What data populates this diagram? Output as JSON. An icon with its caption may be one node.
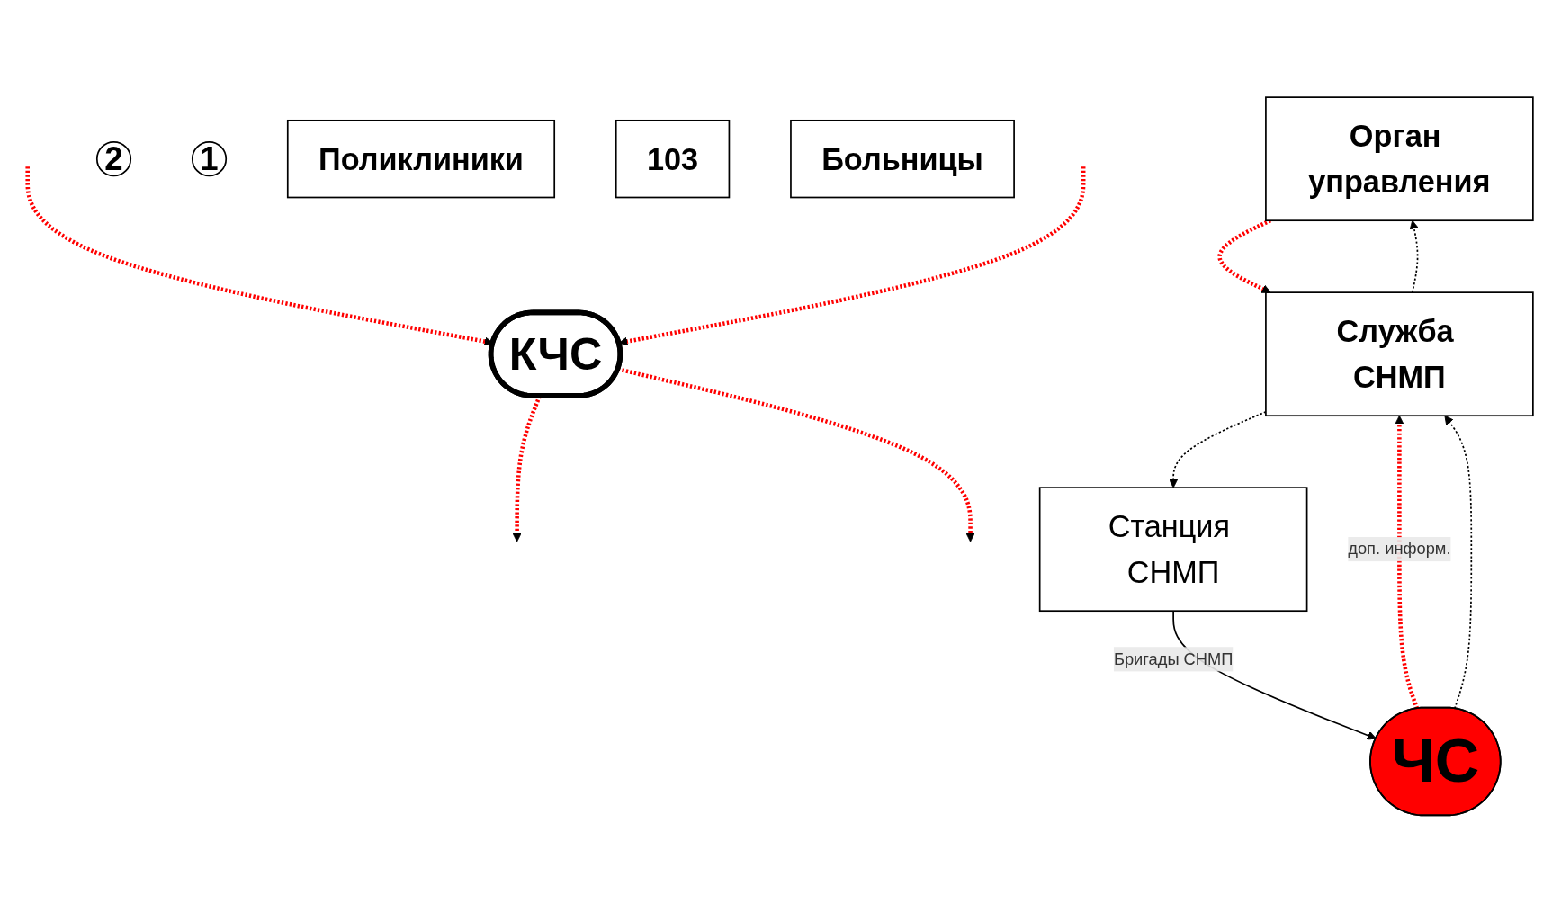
{
  "diagram": {
    "nodes": [
      {
        "text": [
          "КЧС"
        ]
      },
      {
        "text": [
          "Орган управления"
        ]
      },
      {
        "text": [
          "2"
        ]
      },
      {
        "text": [
          "Служба СНМП"
        ]
      },
      {
        "text": [
          "Станция СНМП"
        ]
      },
      {
        "text": [
          "1"
        ]
      },
      {
        "text": [
          "Поликлиники"
        ]
      },
      {
        "text": [
          "103"
        ]
      },
      {
        "text": [
          "Больницы"
        ]
      },
      {
        "text": [
          "ЧС"
        ]
      }
    ],
    "edges": [
      {
        "from": 0,
        "to": null,
        "arrow": "to",
        "style": "dashed",
        "color": "#ff0000"
      },
      {
        "from": null,
        "to": 0,
        "arrow": "to",
        "style": "dashed",
        "color": "#ff0000"
      },
      {
        "from": null,
        "to": 0,
        "arrow": "to",
        "style": "dashed",
        "color": "#ff0000"
      },
      {
        "from": 0,
        "to": null,
        "arrow": "to",
        "style": "dashed",
        "color": "#ff0000"
      },
      {
        "from": 3,
        "to": 1,
        "arrow": "to",
        "style": "dashed",
        "color": "#000000"
      },
      {
        "from": 1,
        "to": 3,
        "arrow": "to",
        "style": "dashed",
        "color": "#ff0000"
      },
      {
        "from": 9,
        "to": 3,
        "arrow": "to",
        "style": "dashed",
        "color": "#ff0000",
        "label": "доп. информ."
      },
      {
        "from": 9,
        "to": 3,
        "arrow": "to",
        "style": "dashed",
        "color": "#000000"
      },
      {
        "from": 3,
        "to": 4,
        "arrow": "to",
        "style": "dashed",
        "color": "#000000"
      },
      {
        "from": 4,
        "to": 9,
        "arrow": "to",
        "label": "Бригады СНМП",
        "color": "#000000"
      }
    ]
  }
}
